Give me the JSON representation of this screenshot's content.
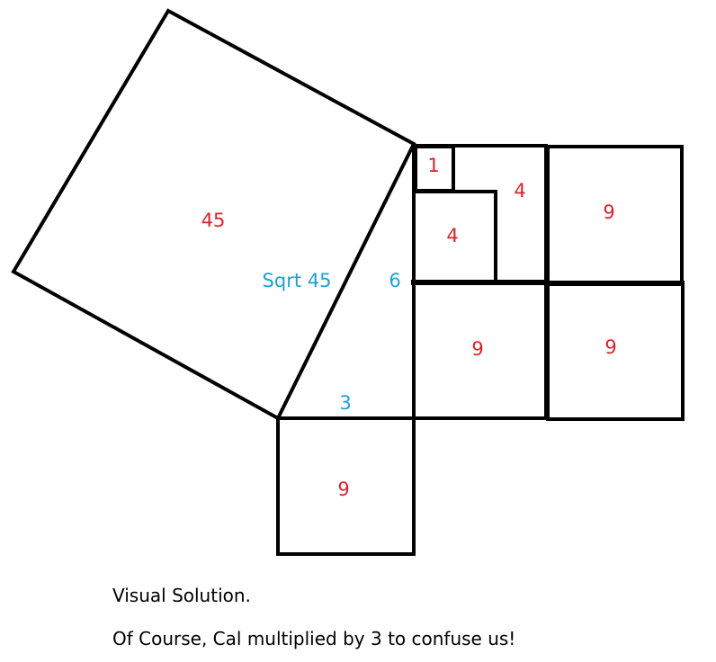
{
  "labels": {
    "big_square_area": "45",
    "hypotenuse_length": "Sqrt 45",
    "vertical_leg_length": "6",
    "horizontal_leg_length": "3",
    "bottom_square_area": "9",
    "small_square_area": "1",
    "inner_square_area": "4",
    "l_region_area": "4",
    "top_right_square_area": "9",
    "middle_square_area": "9",
    "right_square_area": "9"
  },
  "captions": {
    "title": "Visual Solution.",
    "note": "Of Course, Cal multiplied by 3 to confuse us!"
  },
  "colors": {
    "area_label": "#d9232e",
    "length_label": "#1ea0d4",
    "stroke": "#000000"
  }
}
